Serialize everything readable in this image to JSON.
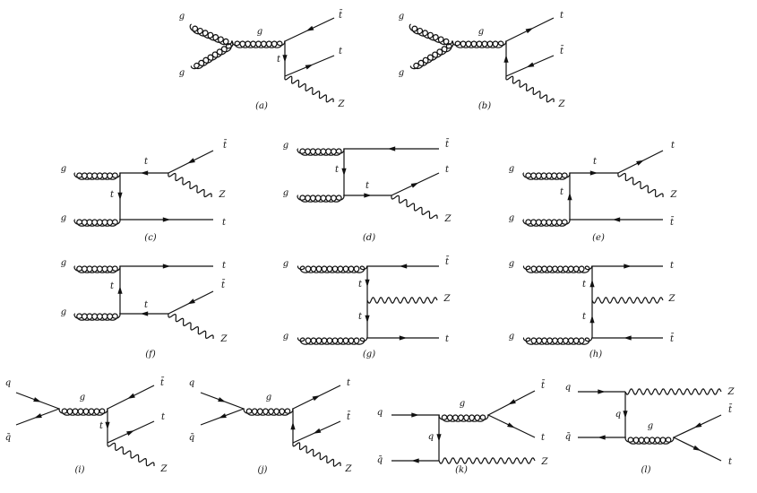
{
  "diagrams": [
    {
      "id": "a",
      "caption": "(a)",
      "labels": [
        "g",
        "g",
        "g",
        "t̄",
        "t",
        "t",
        "Z"
      ]
    },
    {
      "id": "b",
      "caption": "(b)",
      "labels": [
        "g",
        "g",
        "g",
        "t",
        "t̄",
        "Z"
      ]
    },
    {
      "id": "c",
      "caption": "(c)",
      "labels": [
        "g",
        "g",
        "t",
        "t",
        "t̄",
        "Z",
        "t"
      ]
    },
    {
      "id": "d",
      "caption": "(d)",
      "labels": [
        "g",
        "g",
        "t",
        "t",
        "t̄",
        "t",
        "Z"
      ]
    },
    {
      "id": "e",
      "caption": "(e)",
      "labels": [
        "g",
        "g",
        "t",
        "t",
        "t",
        "Z",
        "t̄"
      ]
    },
    {
      "id": "f",
      "caption": "(f)",
      "labels": [
        "g",
        "g",
        "t",
        "t",
        "t",
        "t̄",
        "Z"
      ]
    },
    {
      "id": "g",
      "caption": "(g)",
      "labels": [
        "g",
        "g",
        "t",
        "t",
        "t̄",
        "Z",
        "t"
      ]
    },
    {
      "id": "h",
      "caption": "(h)",
      "labels": [
        "g",
        "g",
        "t",
        "t",
        "t",
        "Z",
        "t̄"
      ]
    },
    {
      "id": "i",
      "caption": "(i)",
      "labels": [
        "q",
        "q̄",
        "g",
        "t",
        "t̄",
        "t",
        "Z"
      ]
    },
    {
      "id": "j",
      "caption": "(j)",
      "labels": [
        "q",
        "q̄",
        "g",
        "t",
        "t̄",
        "Z"
      ]
    },
    {
      "id": "k",
      "caption": "(k)",
      "labels": [
        "q",
        "q̄",
        "q",
        "g",
        "t̄",
        "t",
        "Z"
      ]
    },
    {
      "id": "l",
      "caption": "(l)",
      "labels": [
        "q",
        "q̄",
        "q",
        "g",
        "Z",
        "t̄",
        "t"
      ]
    }
  ]
}
